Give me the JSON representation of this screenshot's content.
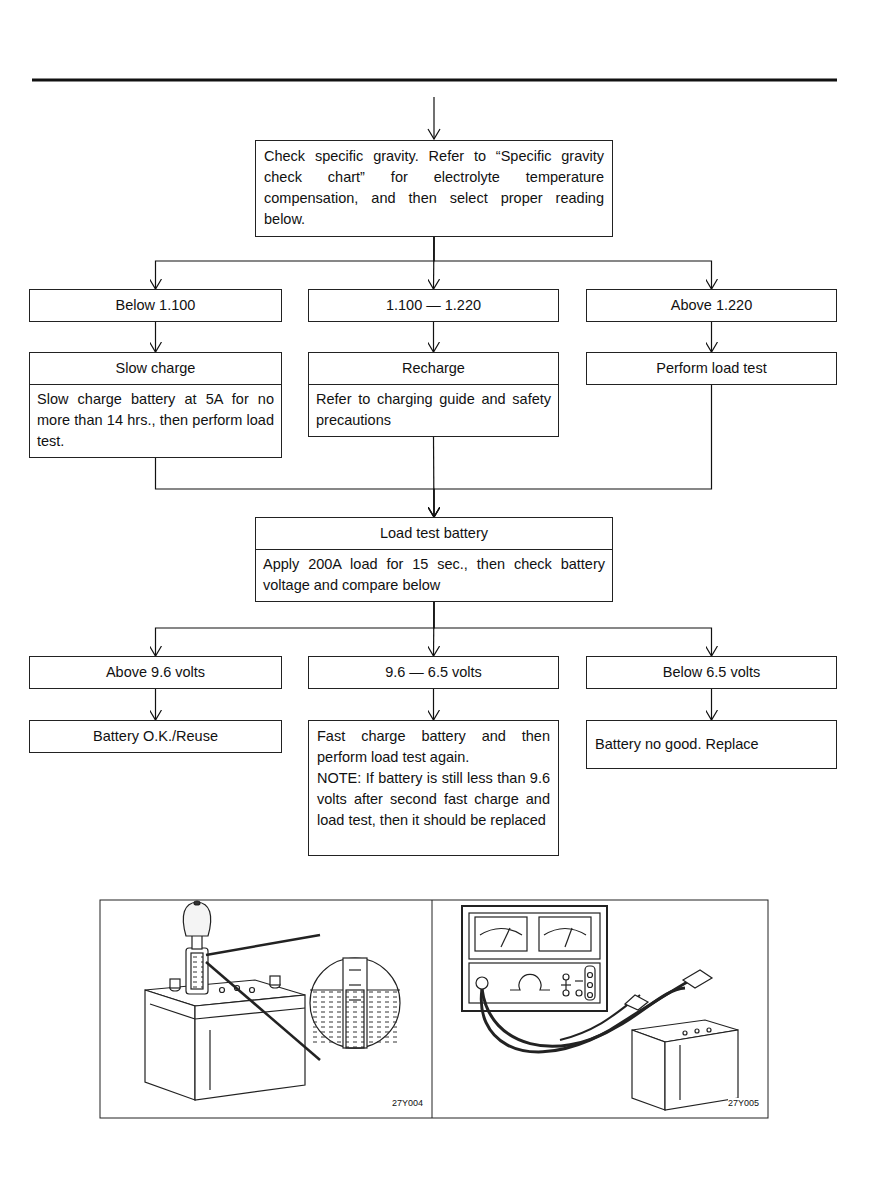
{
  "diagram": {
    "nodes": [
      {
        "text": [
          "Check specific gravity. Refer to “Specific gravity check chart” for electrolyte temperature compensation, and then select proper reading below."
        ]
      },
      {
        "text": [
          "Below 1.100"
        ]
      },
      {
        "text": [
          "1.100 — 1.220"
        ]
      },
      {
        "text": [
          "Above 1.220"
        ]
      },
      {
        "text": [
          "Slow charge",
          "Slow charge battery at 5A for no more than 14 hrs., then perform load test."
        ]
      },
      {
        "text": [
          "Recharge",
          "Refer to charging guide and safety precautions"
        ]
      },
      {
        "text": [
          "Perform load test"
        ]
      },
      {
        "text": [
          "Load test battery",
          "Apply 200A load for 15 sec., then check battery voltage and compare below"
        ]
      },
      {
        "text": [
          "Above 9.6 volts"
        ]
      },
      {
        "text": [
          "9.6 — 6.5 volts"
        ]
      },
      {
        "text": [
          "Below 6.5 volts"
        ]
      },
      {
        "text": [
          "Battery O.K./Reuse"
        ]
      },
      {
        "text": [
          "Fast charge battery and then perform load test again.",
          "NOTE: If battery is still less than 9.6 volts after second fast charge and load test, then it should be replaced"
        ]
      },
      {
        "text": [
          "Battery no good. Replace"
        ]
      }
    ],
    "edges": [
      {
        "from": 0,
        "to": 1,
        "arrow": "to"
      },
      {
        "from": 0,
        "to": 2,
        "arrow": "to"
      },
      {
        "from": 0,
        "to": 3,
        "arrow": "to"
      },
      {
        "from": 1,
        "to": 4,
        "arrow": "to"
      },
      {
        "from": 2,
        "to": 5,
        "arrow": "to"
      },
      {
        "from": 3,
        "to": 6,
        "arrow": "to"
      },
      {
        "from": 4,
        "to": 7,
        "arrow": "to"
      },
      {
        "from": 5,
        "to": 7,
        "arrow": "to"
      },
      {
        "from": 6,
        "to": 7,
        "arrow": "to"
      },
      {
        "from": 7,
        "to": 8,
        "arrow": "to"
      },
      {
        "from": 7,
        "to": 9,
        "arrow": "to"
      },
      {
        "from": 7,
        "to": 10,
        "arrow": "to"
      },
      {
        "from": 8,
        "to": 11,
        "arrow": "to"
      },
      {
        "from": 9,
        "to": 12,
        "arrow": "to"
      },
      {
        "from": 10,
        "to": 13,
        "arrow": "to"
      }
    ],
    "labels": [
      "27Y004",
      "27Y005"
    ]
  }
}
